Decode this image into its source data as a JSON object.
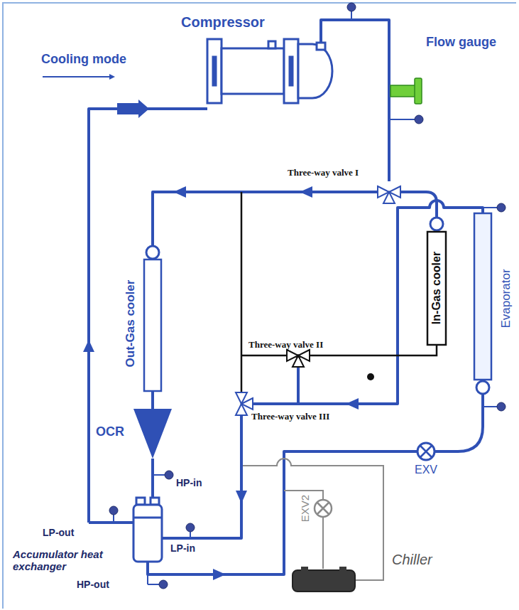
{
  "diagram": {
    "labels": [
      "Cooling mode",
      "Compressor",
      "Flow gauge",
      "Three-way valve I",
      "In-Gas cooler",
      "Evaporator",
      "Out-Gas cooler",
      "Three-way valve II",
      "Three-way valve III",
      "OCR",
      "EXV",
      "EXV2",
      "Chiller",
      "HP-in",
      "LP-out",
      "LP-in",
      "Accumulator heat exchanger",
      "HP-out"
    ]
  }
}
